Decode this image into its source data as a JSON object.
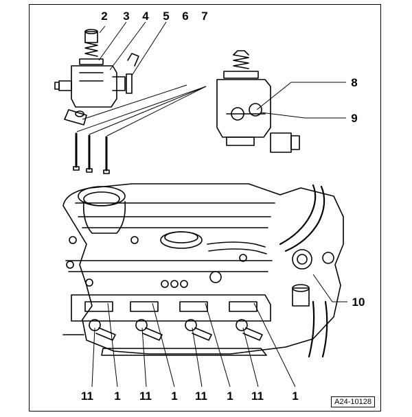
{
  "callouts": {
    "c2": "2",
    "c3": "3",
    "c4": "4",
    "c5": "5",
    "c6": "6",
    "c7": "7",
    "c8": "8",
    "c9": "9",
    "c10": "10",
    "b11a": "11",
    "b1a": "1",
    "b11b": "11",
    "b1b": "1",
    "b11c": "11",
    "b1c": "1",
    "b11d": "11",
    "b1d": "1"
  },
  "reference_code": "A24-10128"
}
